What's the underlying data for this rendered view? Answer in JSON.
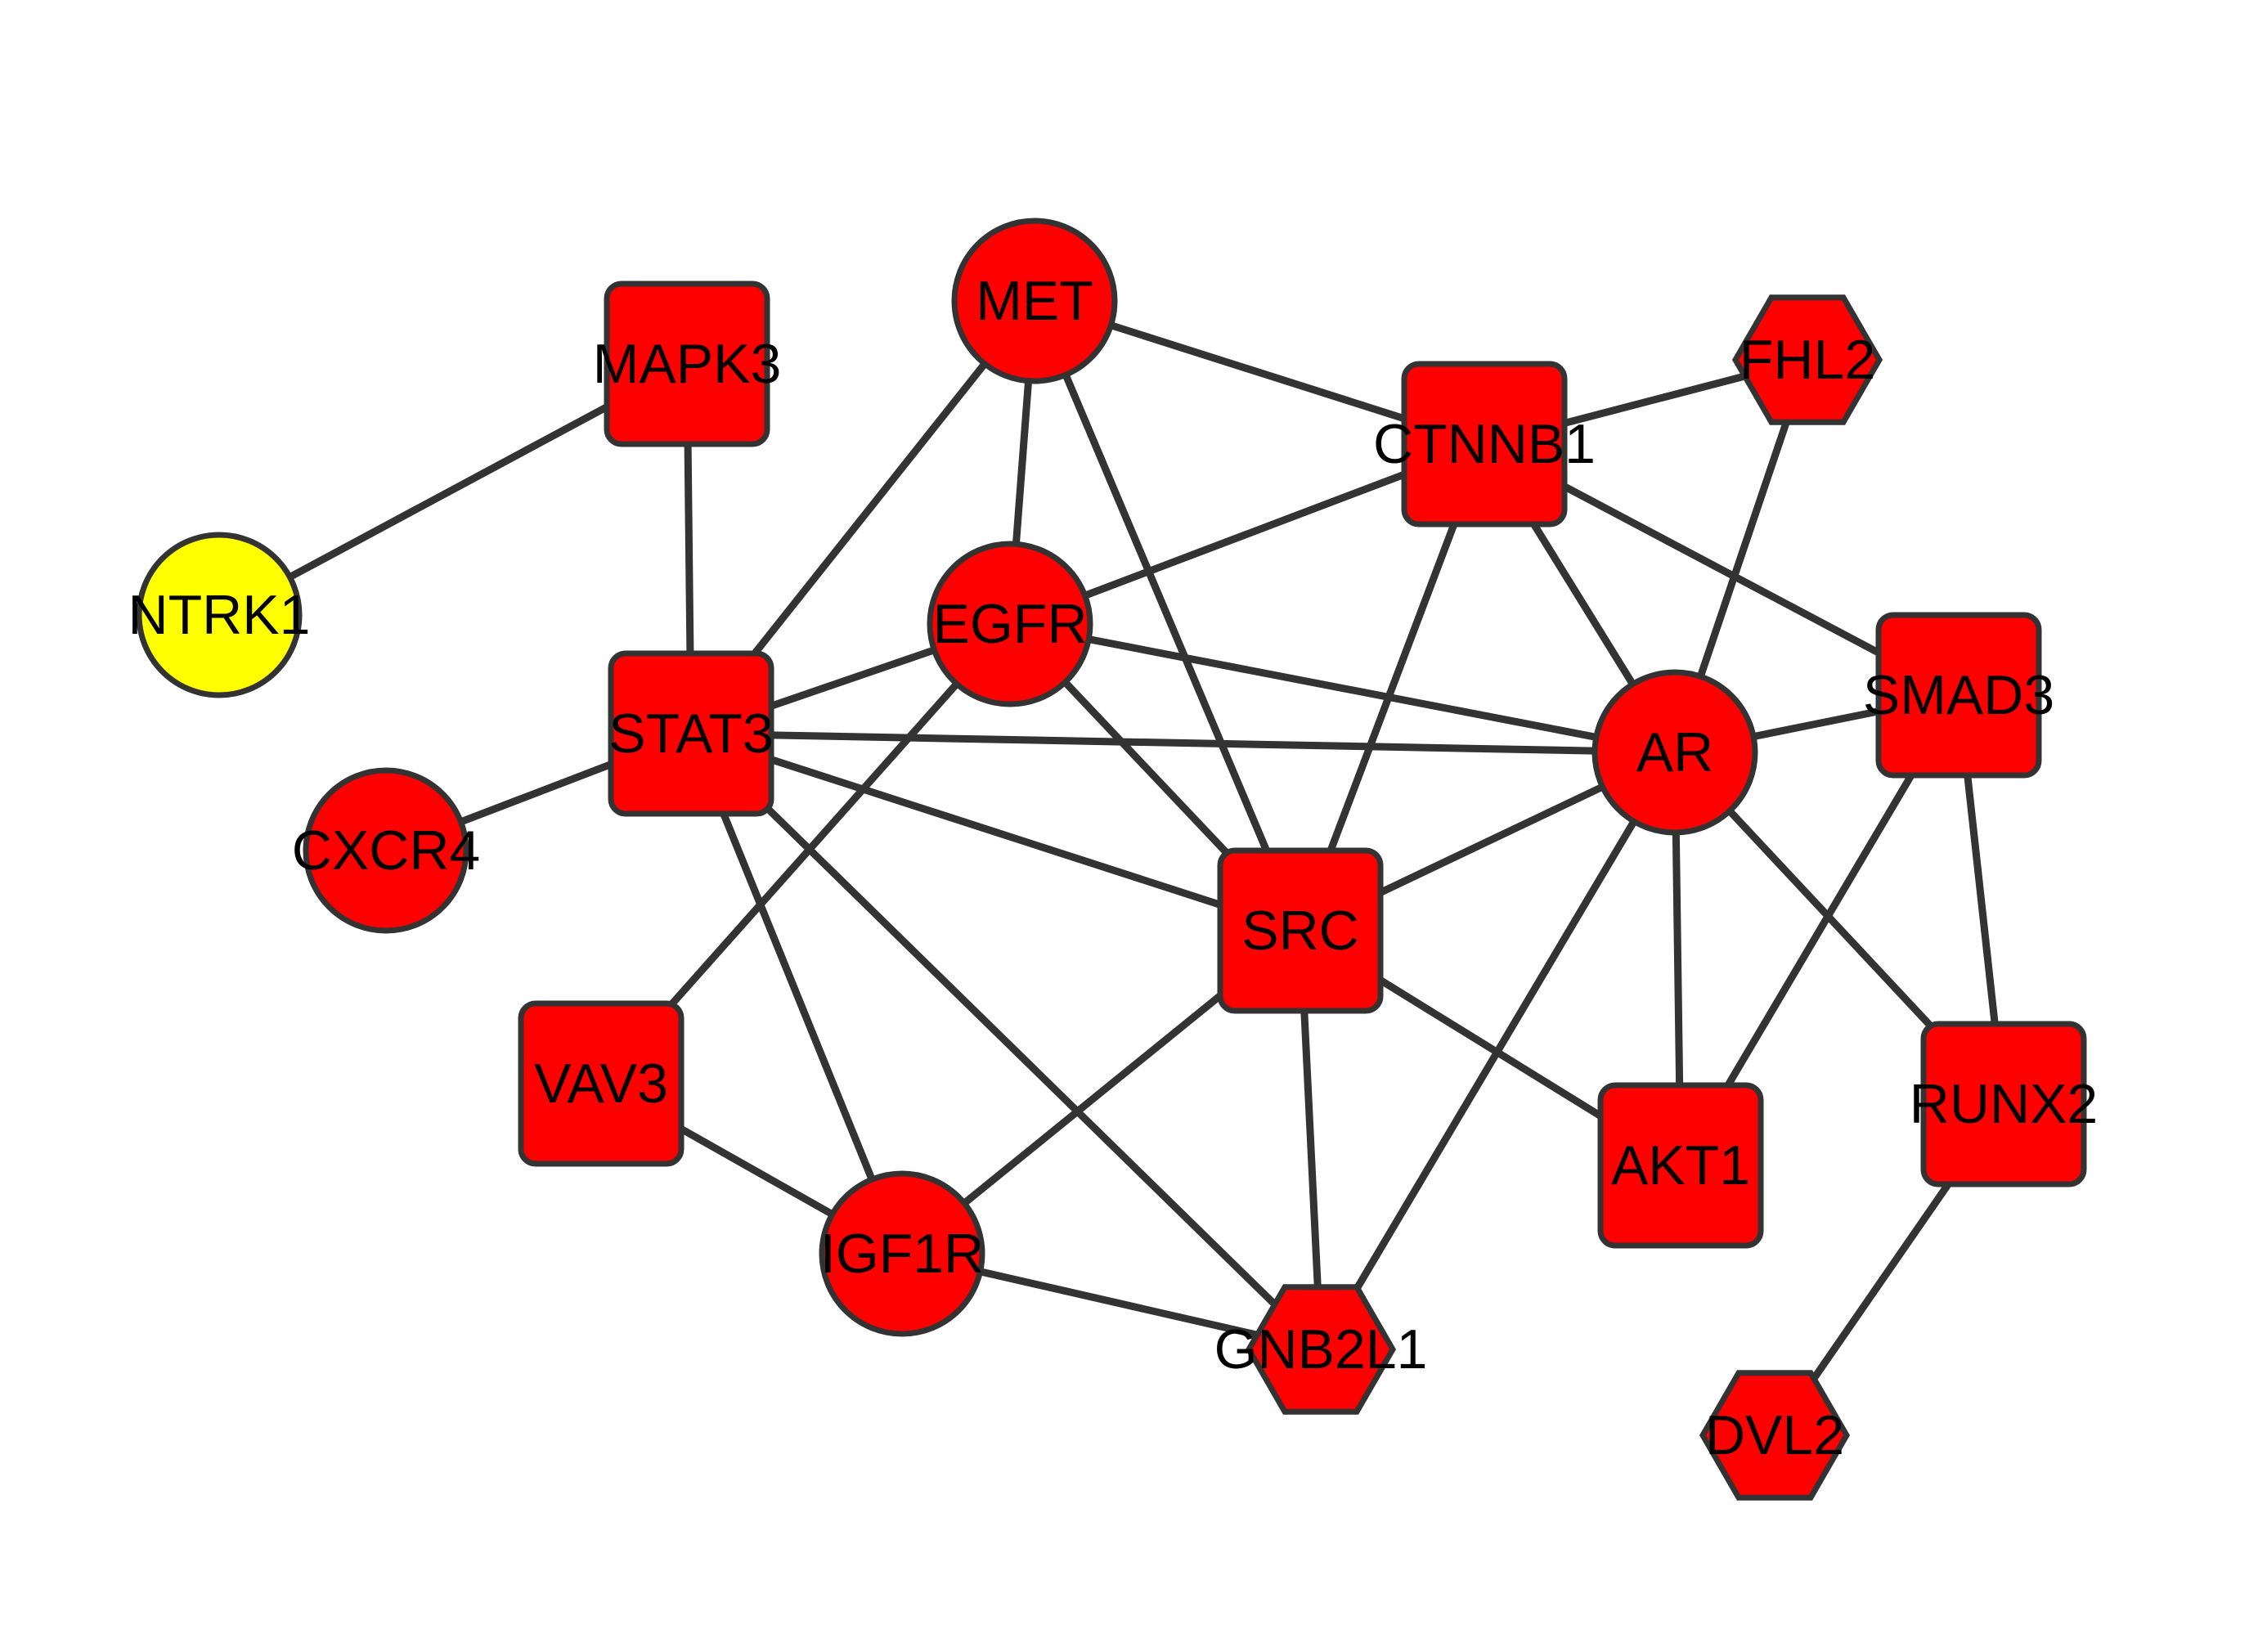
{
  "colors": {
    "node_fill": "#ff0000",
    "highlight_fill": "#ffff00",
    "edge": "#333333",
    "node_stroke": "#333333",
    "label": "#000000",
    "background": "#ffffff"
  },
  "nodes": [
    {
      "id": "MET",
      "label": "MET",
      "shape": "circle",
      "fill": "#ff0000"
    },
    {
      "id": "MAPK3",
      "label": "MAPK3",
      "shape": "square",
      "fill": "#ff0000"
    },
    {
      "id": "CTNNB1",
      "label": "CTNNB1",
      "shape": "square",
      "fill": "#ff0000"
    },
    {
      "id": "FHL2",
      "label": "FHL2",
      "shape": "hexagon",
      "fill": "#ff0000"
    },
    {
      "id": "NTRK1",
      "label": "NTRK1",
      "shape": "circle",
      "fill": "#ffff00"
    },
    {
      "id": "EGFR",
      "label": "EGFR",
      "shape": "circle",
      "fill": "#ff0000"
    },
    {
      "id": "STAT3",
      "label": "STAT3",
      "shape": "square",
      "fill": "#ff0000"
    },
    {
      "id": "SMAD3",
      "label": "SMAD3",
      "shape": "square",
      "fill": "#ff0000"
    },
    {
      "id": "AR",
      "label": "AR",
      "shape": "circle",
      "fill": "#ff0000"
    },
    {
      "id": "CXCR4",
      "label": "CXCR4",
      "shape": "circle",
      "fill": "#ff0000"
    },
    {
      "id": "SRC",
      "label": "SRC",
      "shape": "square",
      "fill": "#ff0000"
    },
    {
      "id": "VAV3",
      "label": "VAV3",
      "shape": "square",
      "fill": "#ff0000"
    },
    {
      "id": "RUNX2",
      "label": "RUNX2",
      "shape": "square",
      "fill": "#ff0000"
    },
    {
      "id": "AKT1",
      "label": "AKT1",
      "shape": "square",
      "fill": "#ff0000"
    },
    {
      "id": "IGF1R",
      "label": "IGF1R",
      "shape": "circle",
      "fill": "#ff0000"
    },
    {
      "id": "GNB2L1",
      "label": "GNB2L1",
      "shape": "hexagon",
      "fill": "#ff0000"
    },
    {
      "id": "DVL2",
      "label": "DVL2",
      "shape": "hexagon",
      "fill": "#ff0000"
    }
  ],
  "edges": [
    [
      "NTRK1",
      "MAPK3"
    ],
    [
      "MAPK3",
      "STAT3"
    ],
    [
      "MET",
      "CTNNB1"
    ],
    [
      "MET",
      "EGFR"
    ],
    [
      "MET",
      "STAT3"
    ],
    [
      "MET",
      "SRC"
    ],
    [
      "CTNNB1",
      "FHL2"
    ],
    [
      "CTNNB1",
      "EGFR"
    ],
    [
      "CTNNB1",
      "SMAD3"
    ],
    [
      "CTNNB1",
      "AR"
    ],
    [
      "CTNNB1",
      "SRC"
    ],
    [
      "FHL2",
      "AR"
    ],
    [
      "EGFR",
      "STAT3"
    ],
    [
      "EGFR",
      "AR"
    ],
    [
      "EGFR",
      "SRC"
    ],
    [
      "EGFR",
      "VAV3"
    ],
    [
      "STAT3",
      "AR"
    ],
    [
      "STAT3",
      "CXCR4"
    ],
    [
      "STAT3",
      "SRC"
    ],
    [
      "STAT3",
      "IGF1R"
    ],
    [
      "STAT3",
      "GNB2L1"
    ],
    [
      "SMAD3",
      "AR"
    ],
    [
      "SMAD3",
      "RUNX2"
    ],
    [
      "SMAD3",
      "AKT1"
    ],
    [
      "AR",
      "SRC"
    ],
    [
      "AR",
      "AKT1"
    ],
    [
      "AR",
      "RUNX2"
    ],
    [
      "AR",
      "GNB2L1"
    ],
    [
      "SRC",
      "IGF1R"
    ],
    [
      "SRC",
      "AKT1"
    ],
    [
      "SRC",
      "GNB2L1"
    ],
    [
      "VAV3",
      "IGF1R"
    ],
    [
      "IGF1R",
      "GNB2L1"
    ],
    [
      "RUNX2",
      "DVL2"
    ]
  ]
}
